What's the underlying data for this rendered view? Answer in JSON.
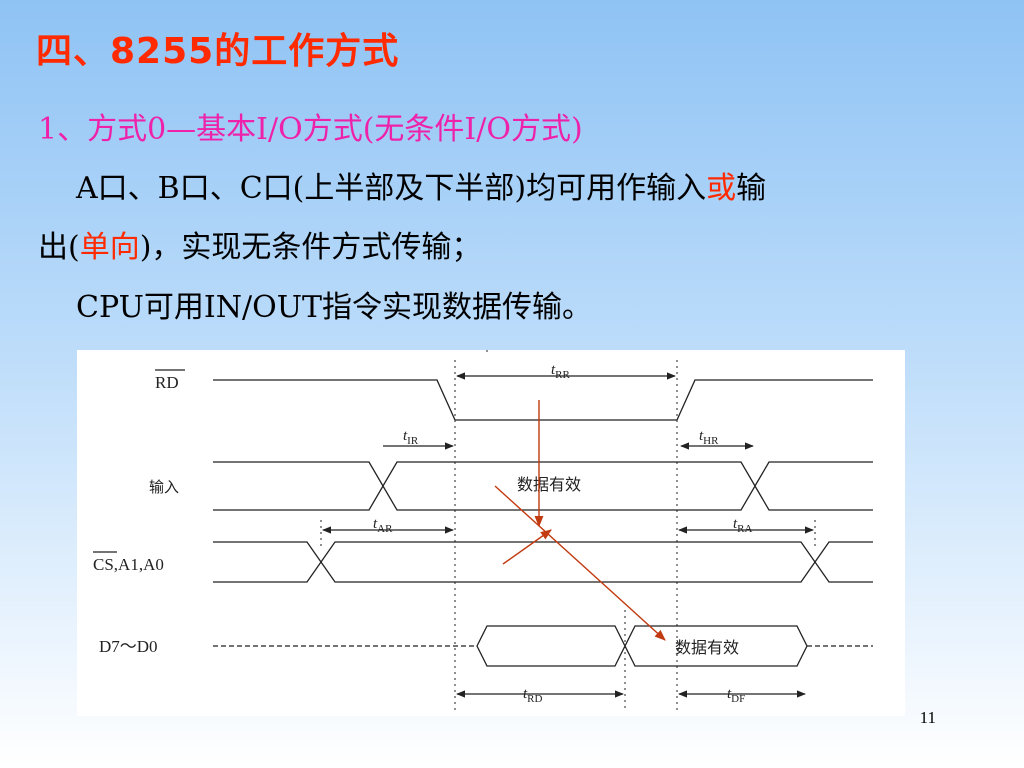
{
  "slide": {
    "title": "四、8255的工作方式",
    "subtitle": "1、方式0—基本I/O方式(无条件I/O方式)",
    "line1": {
      "pre": "A口、B口、C口(上半部及下半部)均可用作输入",
      "hl": "或",
      "post": "输"
    },
    "line2": {
      "pre": "出(",
      "hl": "单向",
      "post": ")，实现无条件方式传输；"
    },
    "line3": "CPU可用IN/OUT指令实现数据传输。",
    "page_number": "11"
  },
  "diagram": {
    "signals": {
      "rd": "RD",
      "input": "输入",
      "cs": "CS,A1,A0",
      "d": "D7～D0"
    },
    "valid_label": "数据有效",
    "timing": {
      "trr": {
        "t": "t",
        "sub": "RR"
      },
      "tir": {
        "t": "t",
        "sub": "IR"
      },
      "thr": {
        "t": "t",
        "sub": "HR"
      },
      "tar": {
        "t": "t",
        "sub": "AR"
      },
      "tra": {
        "t": "t",
        "sub": "RA"
      },
      "trd": {
        "t": "t",
        "sub": "RD"
      },
      "tdf": {
        "t": "t",
        "sub": "DF"
      }
    },
    "annotation_color": "#c23a10"
  }
}
